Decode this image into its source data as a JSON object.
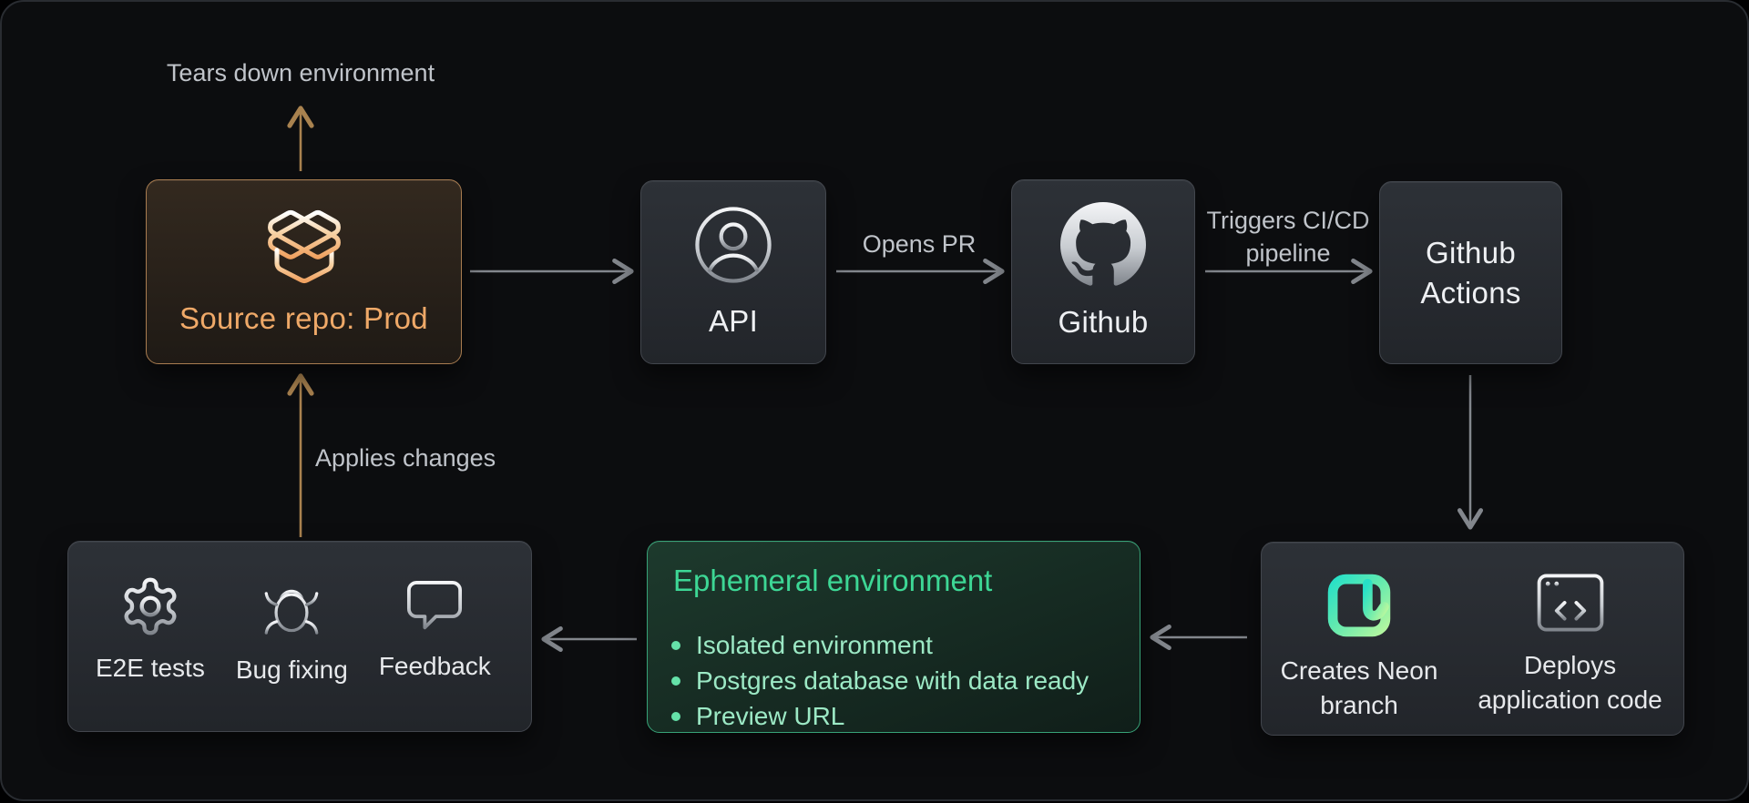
{
  "canvas": {
    "background": "#0c0d0f",
    "border_color": "#292c31"
  },
  "colors": {
    "accent_amber": "#efa968",
    "accent_amber_border": "#a87c50",
    "accent_green_title": "#3dd795",
    "accent_green_text": "#9ce9c5",
    "accent_green_border": "#37a277",
    "arrow_gray": "#83878d",
    "arrow_amber": "#a9824f",
    "annotation_gray": "#c0c4ca"
  },
  "annotations": {
    "tears_down": "Tears down environment",
    "applies_changes": "Applies changes",
    "opens_pr": "Opens PR",
    "triggers_cicd": "Triggers CI/CD pipeline"
  },
  "nodes": {
    "source_repo": {
      "label": "Source repo: Prod",
      "icon": "package-open-icon"
    },
    "api": {
      "label": "API",
      "icon": "user-icon"
    },
    "github": {
      "label": "Github",
      "icon": "github-icon"
    },
    "github_actions": {
      "label": "Github Actions"
    },
    "neon_deploy": {
      "items": [
        {
          "label": "Creates Neon branch",
          "icon": "neon-logo-icon"
        },
        {
          "label": "Deploys application code",
          "icon": "browser-code-icon"
        }
      ]
    },
    "ephemeral": {
      "title": "Ephemeral environment",
      "items": [
        "Isolated environment",
        "Postgres database with data ready",
        "Preview URL"
      ]
    },
    "validation": {
      "items": [
        {
          "label": "E2E tests",
          "icon": "gear-icon"
        },
        {
          "label": "Bug fixing",
          "icon": "bug-icon"
        },
        {
          "label": "Feedback",
          "icon": "chat-bubble-icon"
        }
      ]
    }
  }
}
